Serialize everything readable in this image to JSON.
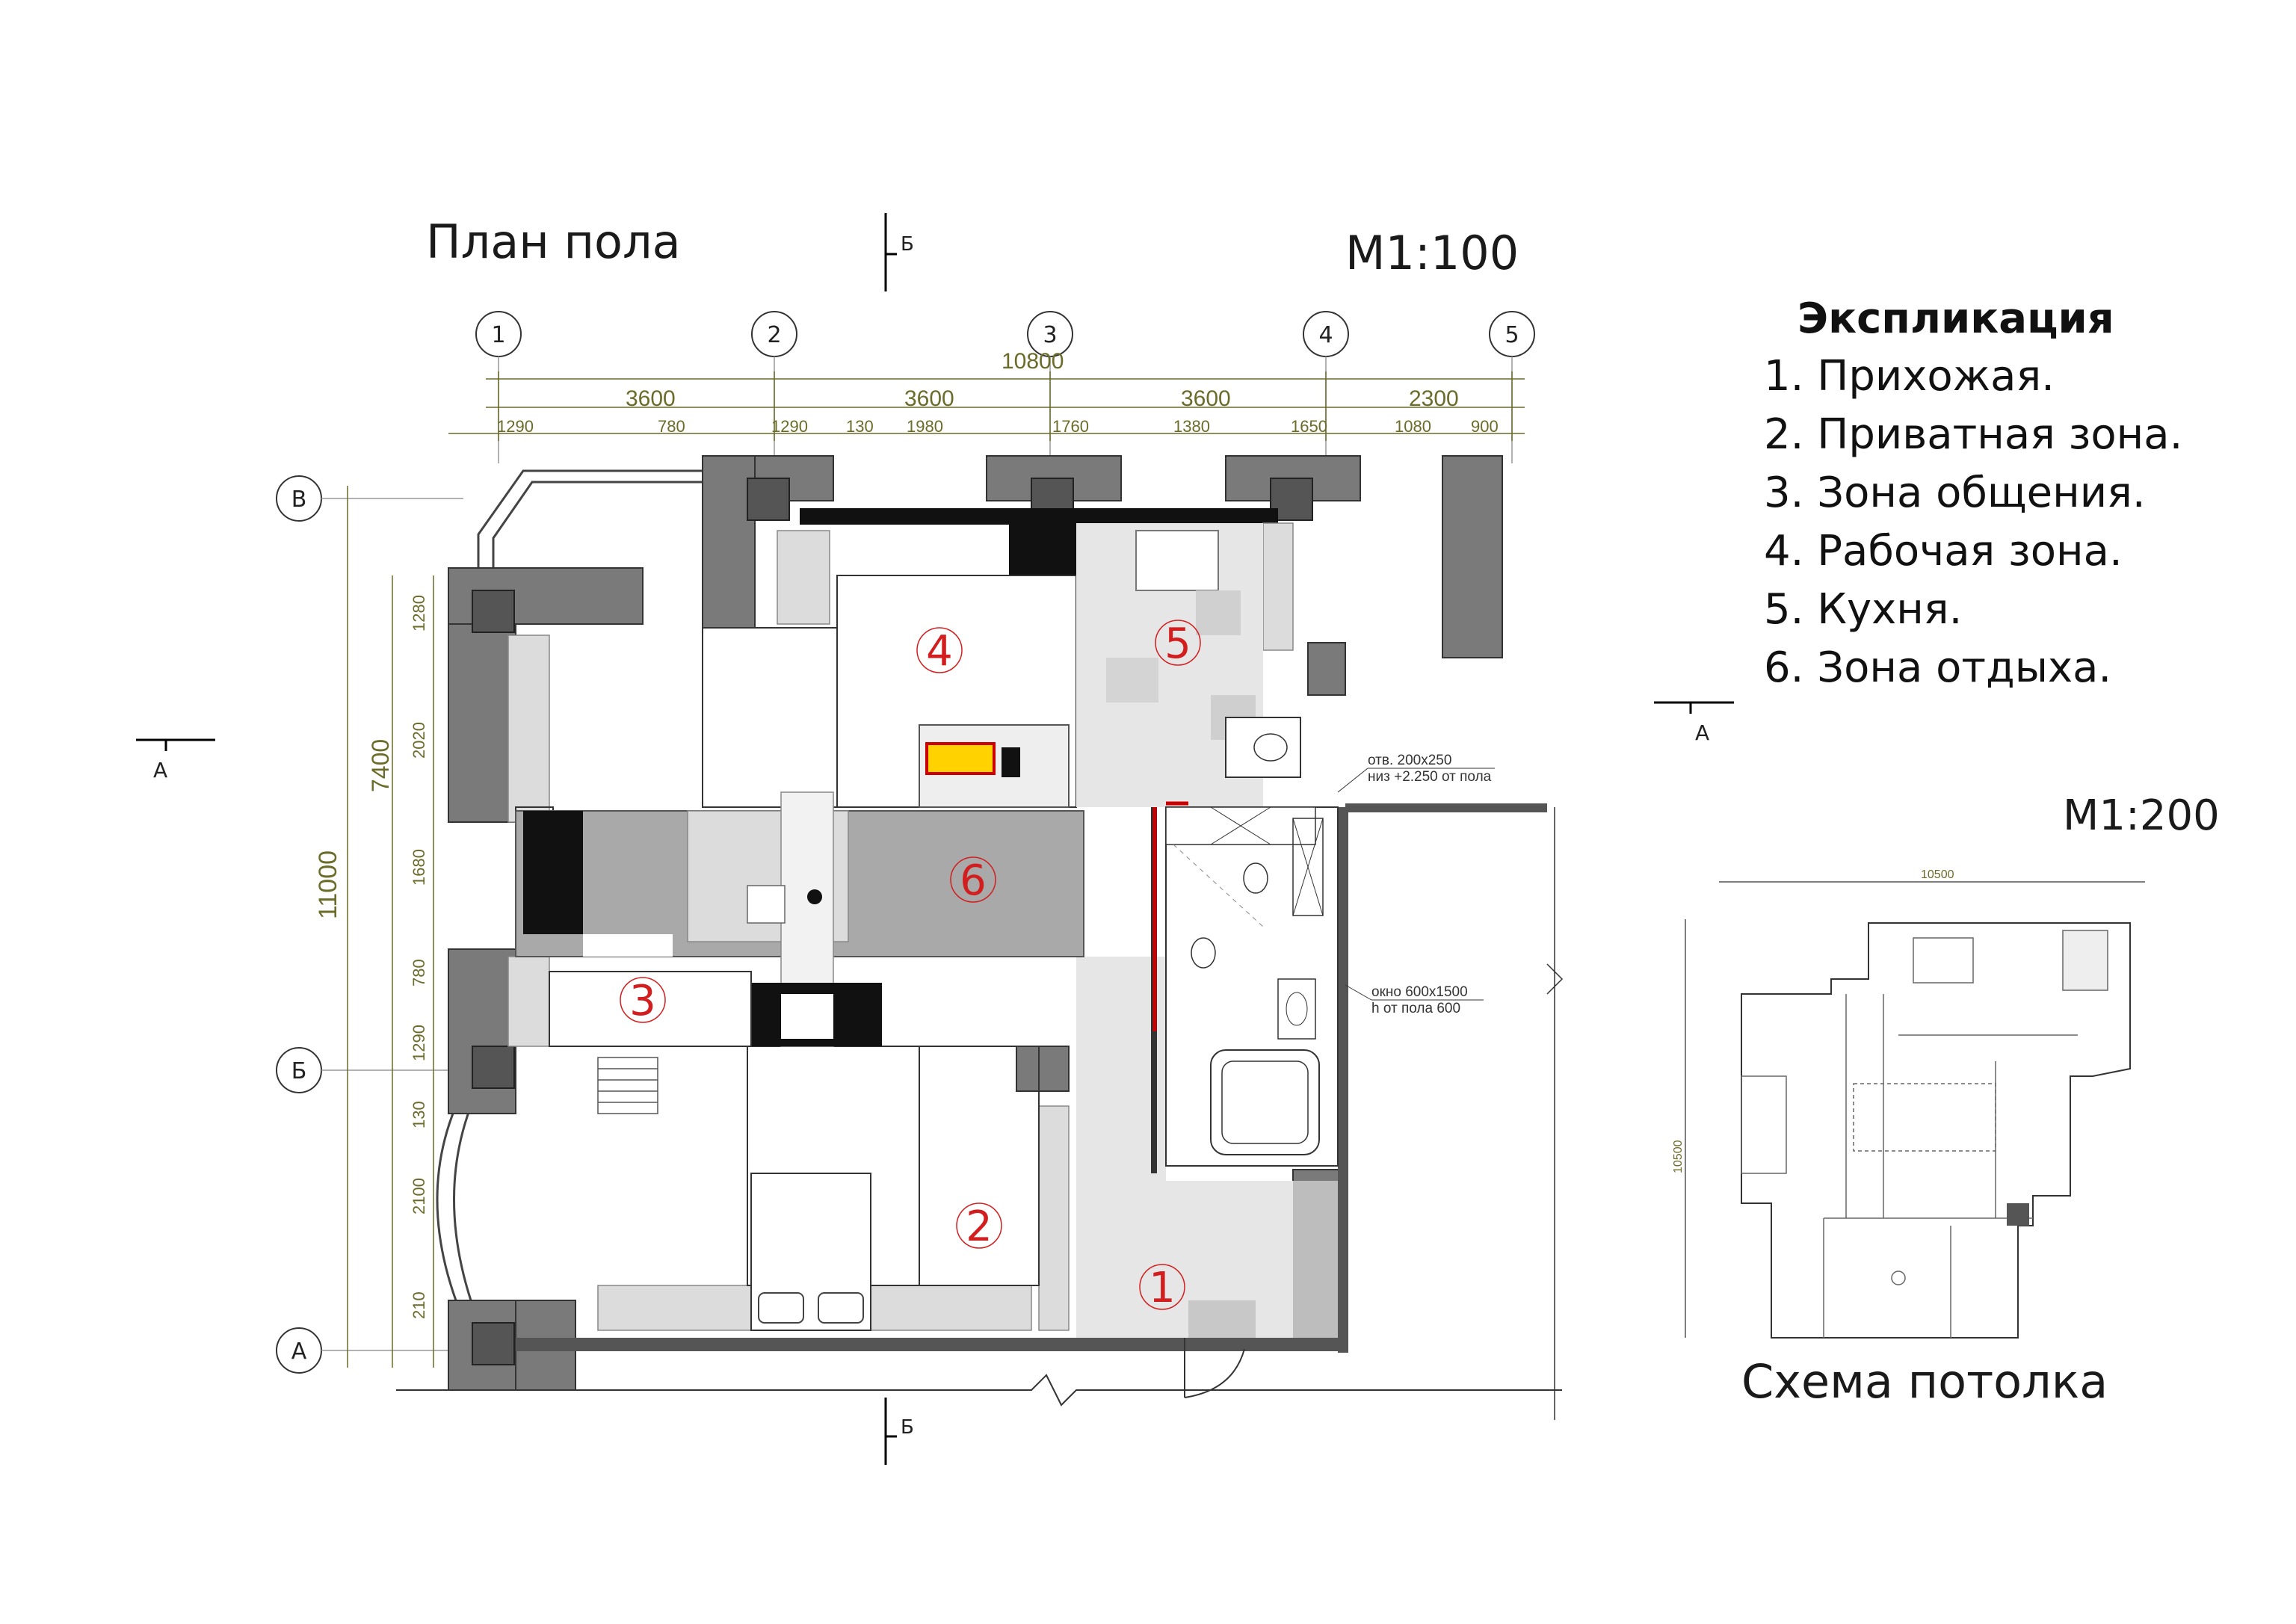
{
  "plan": {
    "title": "План пола",
    "scale": "М1:100",
    "overall_width": "10800",
    "overall_height": "11000",
    "inner_height": "7400",
    "axes_columns": [
      "1",
      "2",
      "3",
      "4",
      "5"
    ],
    "axes_rows": [
      "В",
      "Б",
      "А"
    ],
    "dims_top_major": [
      "3600",
      "3600",
      "3600",
      "2300"
    ],
    "dims_top_minor": [
      "1290",
      "780",
      "1290",
      "130",
      "1980",
      "1760",
      "1380",
      "1650",
      "1080",
      "900"
    ],
    "dims_left": [
      "1280",
      "2020",
      "1680",
      "780",
      "1290",
      "130",
      "2100",
      "210"
    ],
    "rooms": [
      "1",
      "2",
      "3",
      "4",
      "5",
      "6"
    ],
    "section_marks": {
      "b_top": "Б",
      "b_bottom": "Б",
      "a_left": "А",
      "a_right": "А"
    },
    "note_opening_1": "отв. 200х250",
    "note_opening_2": "низ +2.250 от пола",
    "note_window_1": "окно 600х1500",
    "note_window_2": "h от пола 600"
  },
  "legend": {
    "title": "Экспликация",
    "items": [
      "1. Прихожая.",
      "2. Приватная зона.",
      "3. Зона общения.",
      "4. Рабочая зона.",
      "5. Кухня.",
      "6. Зона отдыха."
    ]
  },
  "ceiling": {
    "scale": "М1:200",
    "dim_width": "10500",
    "dim_height": "10500",
    "title": "Схема потолка"
  },
  "colors": {
    "wall_dark": "#777777",
    "wall_light": "#9a9a9a",
    "floor_gray": "#a9a9a9",
    "tile": "#e4e4e4",
    "black": "#111111",
    "room_label": "#d21e1e",
    "dimension": "#6b6b2a"
  }
}
